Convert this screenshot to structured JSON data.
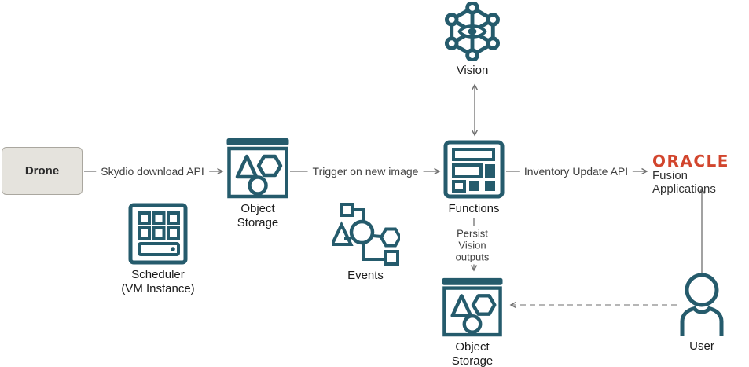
{
  "nodes": {
    "drone": {
      "label": "Drone"
    },
    "object_storage_top": {
      "label": "Object\nStorage"
    },
    "scheduler": {
      "label": "Scheduler\n(VM Instance)"
    },
    "events": {
      "label": "Events"
    },
    "vision": {
      "label": "Vision"
    },
    "functions": {
      "label": "Functions"
    },
    "object_storage_bottom": {
      "label": "Object\nStorage"
    },
    "oracle": {
      "wordmark": "ORACLE",
      "sublabel": "Fusion Applications"
    },
    "user": {
      "label": "User"
    }
  },
  "edges": {
    "skydio": {
      "label": "Skydio download API"
    },
    "trigger": {
      "label": "Trigger on new image"
    },
    "inventory": {
      "label": "Inventory Update API"
    },
    "persist": {
      "label": "Persist\nVision\noutputs"
    }
  },
  "colors": {
    "icon_teal": "#255b6c",
    "line_gray": "#707070",
    "oracle_red": "#d2452d",
    "drone_fill": "#e5e3dd",
    "drone_border": "#aaa79f"
  }
}
